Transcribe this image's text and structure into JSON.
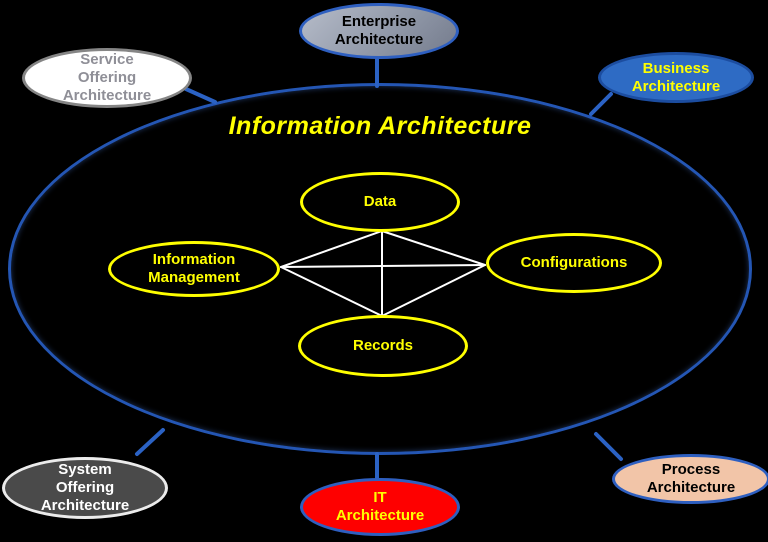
{
  "diagram": {
    "title": {
      "label": "Information Architecture",
      "color": "#ffff00"
    },
    "center_ellipse": {
      "name": "Information Architecture",
      "fill": "#000000",
      "border_color": "#2456b4"
    },
    "inner_nodes": [
      {
        "id": "data",
        "label": "Data",
        "fill": "#000000",
        "border_color": "#ffff00",
        "text_color": "#ffff00"
      },
      {
        "id": "information-management",
        "label": "Information\nManagement",
        "fill": "#000000",
        "border_color": "#ffff00",
        "text_color": "#ffff00"
      },
      {
        "id": "configurations",
        "label": "Configurations",
        "fill": "#000000",
        "border_color": "#ffff00",
        "text_color": "#ffff00"
      },
      {
        "id": "records",
        "label": "Records",
        "fill": "#000000",
        "border_color": "#ffff00",
        "text_color": "#ffff00"
      }
    ],
    "inner_links": [
      "Data–Information Management",
      "Data–Configurations",
      "Data–Records",
      "Information Management–Configurations",
      "Information Management–Records",
      "Configurations–Records"
    ],
    "outer_nodes": [
      {
        "id": "service-offering-architecture",
        "label": "Service\nOffering\nArchitecture",
        "fill": "#ffffff",
        "border_color": "#858585",
        "text_color": "#8f8f97"
      },
      {
        "id": "enterprise-architecture",
        "label": "Enterprise\nArchitecture",
        "fill": "#9199a9",
        "border_color": "#2e5fc0",
        "text_color": "#000000"
      },
      {
        "id": "business-architecture",
        "label": "Business\nArchitecture",
        "fill": "#2e6bc4",
        "border_color": "#1c4da0",
        "text_color": "#ffff00"
      },
      {
        "id": "system-offering-architecture",
        "label": "System\nOffering\nArchitecture",
        "fill": "#4a4a4a",
        "border_color": "#ececec",
        "text_color": "#ffffff"
      },
      {
        "id": "it-architecture",
        "label": "IT\nArchitecture",
        "fill": "#fe0000",
        "border_color": "#2e5fc0",
        "text_color": "#ffff00"
      },
      {
        "id": "process-architecture",
        "label": "Process\nArchitecture",
        "fill": "#f2c5a8",
        "border_color": "#2e5fc0",
        "text_color": "#000000"
      }
    ],
    "connector_color": "#2b62c4",
    "inner_link_color": "#ffffff",
    "background": "#000000"
  }
}
